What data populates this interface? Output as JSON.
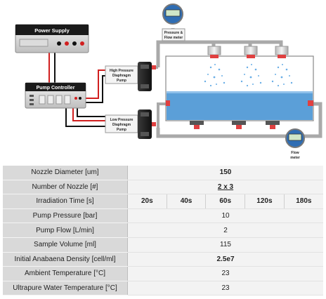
{
  "diagram": {
    "power_supply": "Power Supply",
    "pump_controller": "Pump Controller",
    "high_pressure_pump": [
      "High Pressure",
      "Diaphragm",
      "Pump"
    ],
    "low_pressure_pump": [
      "Low Pressure",
      "Diaphragm",
      "Pump"
    ],
    "pressure_flow_meter": [
      "Pressure &",
      "Flow meter"
    ],
    "flow_meter": [
      "Flow",
      "meter"
    ]
  },
  "table": {
    "rows": [
      {
        "name": "Nozzle Diameter [um]",
        "value": "150"
      },
      {
        "name": "Number of Nozzle [#]",
        "value": "2 x 3"
      },
      {
        "name": "Irradiation Time [s]",
        "times": [
          "20s",
          "40s",
          "60s",
          "120s",
          "180s"
        ]
      },
      {
        "name": "Pump Pressure [bar]",
        "value": "10"
      },
      {
        "name": "Pump Flow [L/min]",
        "value": "2"
      },
      {
        "name": "Sample Volume [ml]",
        "value": "115"
      },
      {
        "name": "Initial Anabaena Density [cell/ml]",
        "value": "2.5e7"
      },
      {
        "name": "Ambient Temperature [°C]",
        "value": "23"
      },
      {
        "name": "Ultrapure Water Temperature [°C]",
        "value": "23"
      }
    ]
  },
  "colors": {
    "tank_water": "#5b9fd8",
    "pipe": "#a9a9a9",
    "wire_red": "#d11f1f",
    "wire_black": "#111111",
    "meter_face": "#2f6db3",
    "panel_header": "#1a1a1a",
    "table_label_bg": "#d9d9d9",
    "table_value_bg": "#f3f3f3"
  }
}
